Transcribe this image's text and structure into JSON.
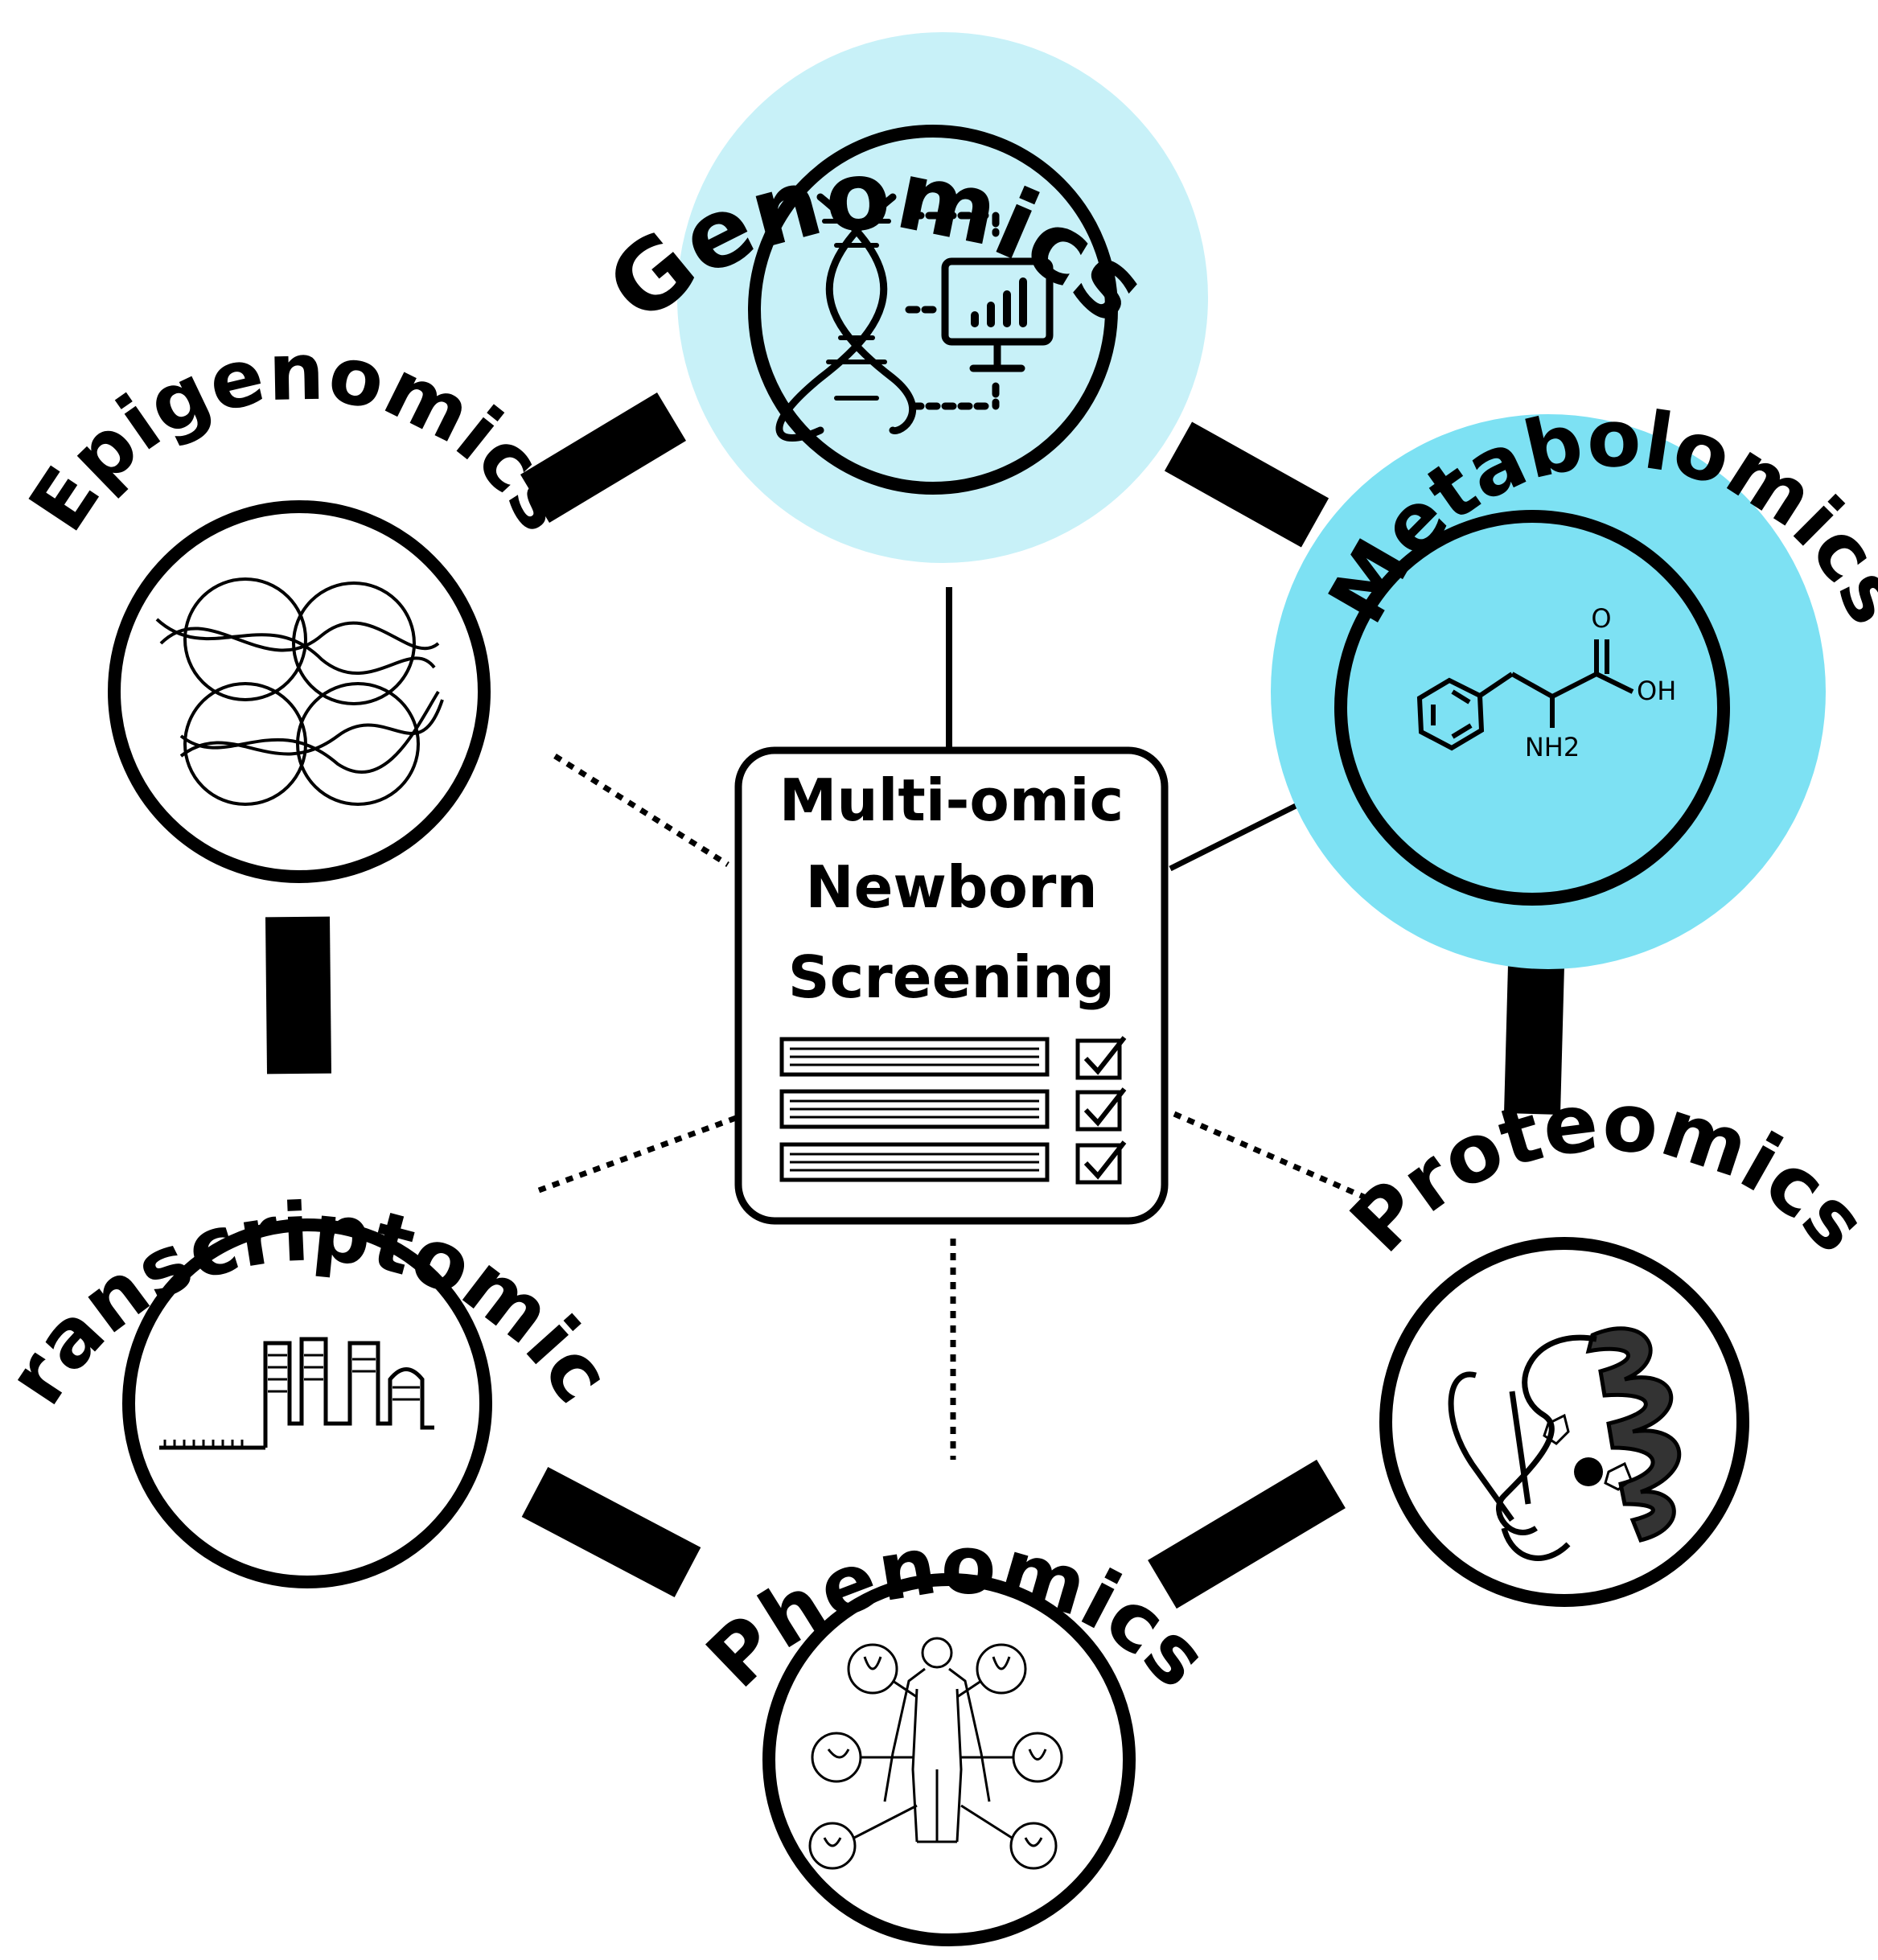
{
  "center": {
    "lines": [
      "Multi-omic",
      "Newborn",
      "Screening"
    ]
  },
  "nodes": {
    "genomics": {
      "label": "Genomics",
      "icon": "dna-monitor-icon",
      "highlight": "#c8f1f8"
    },
    "metabolomics": {
      "label": "Metabolomics",
      "icon": "phenylalanine-molecule-icon",
      "highlight": "#7de1f3",
      "chem": {
        "o": "O",
        "oh": "OH",
        "nh2": "NH2"
      }
    },
    "proteomics": {
      "label": "Proteomics",
      "icon": "protein-structure-icon"
    },
    "phenomics": {
      "label": "Phenomics",
      "icon": "human-body-organs-icon"
    },
    "transcriptomics": {
      "label": "Transcriptomics",
      "icon": "rna-hairpin-icon"
    },
    "epigenomics": {
      "label": "Epigenomics",
      "icon": "chromatin-nucleosome-icon"
    }
  },
  "colors": {
    "stroke": "#000000",
    "genomics_bg": "#c8f1f8",
    "metabolomics_bg": "#7de1f3"
  }
}
